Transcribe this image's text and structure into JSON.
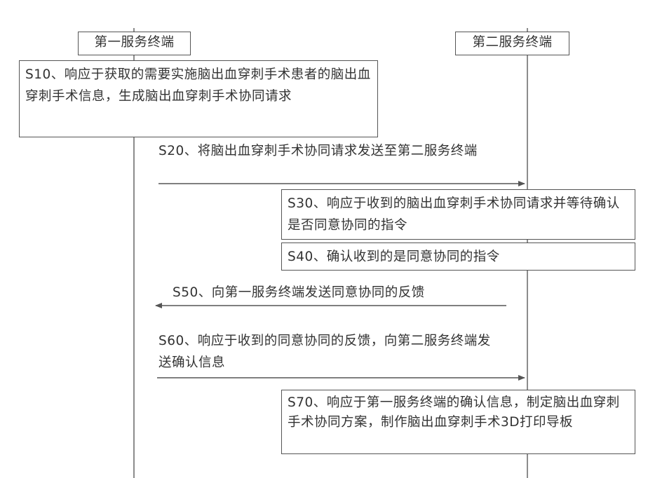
{
  "participants": {
    "first": "第一服务终端",
    "second": "第二服务终端"
  },
  "steps": {
    "s10": "S10、响应于获取的需要实施脑出血穿刺手术患者的脑出血穿刺手术信息，生成脑出血穿刺手术协同请求",
    "s20": "S20、将脑出血穿刺手术协同请求发送至第二服务终端",
    "s30": "S30、响应于收到的脑出血穿刺手术协同请求并等待确认是否同意协同的指令",
    "s40": "S40、确认收到的是同意协同的指令",
    "s50": "S50、向第一服务终端发送同意协同的反馈",
    "s60": "S60、响应于收到的同意协同的反馈，向第二服务终端发送确认信息",
    "s70": "S70、响应于第一服务终端的确认信息，制定脑出血穿刺手术协同方案，制作脑出血穿刺手术3D打印导板"
  },
  "colors": {
    "line": "#555555",
    "text": "#333333"
  }
}
